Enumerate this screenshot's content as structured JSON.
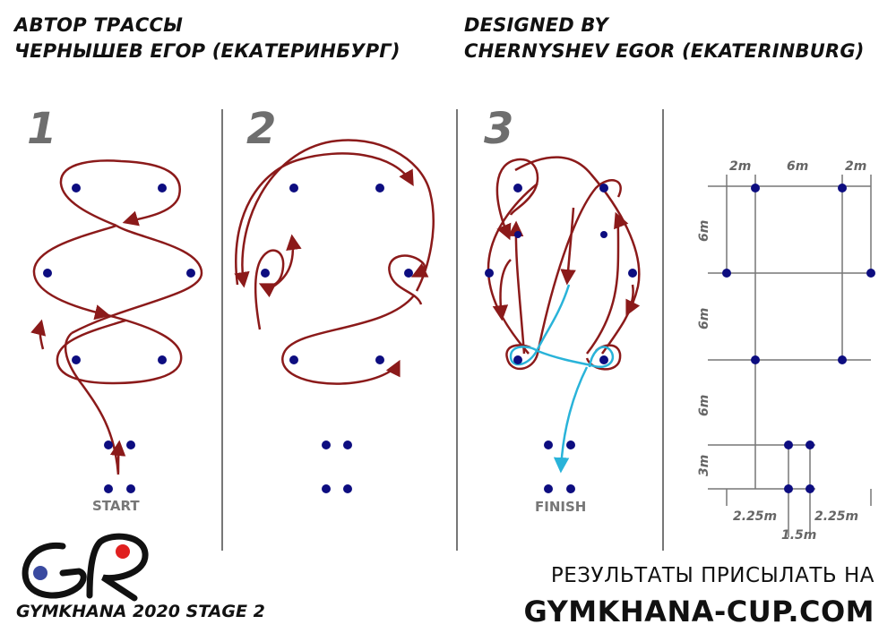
{
  "header": {
    "ru_line1": "АВТОР ТРАССЫ",
    "ru_line2": "ЧЕРНЫШЕВ ЕГОР (ЕКАТЕРИНБУРГ)",
    "en_line1": "DESIGNED BY",
    "en_line2": "CHERNYSHEV EGOR (EKATERINBURG)"
  },
  "sections": [
    {
      "number": "1",
      "marker": "START"
    },
    {
      "number": "2",
      "marker": ""
    },
    {
      "number": "3",
      "marker": "FINISH"
    }
  ],
  "dimensions": {
    "top_left": "2m",
    "top_mid": "6m",
    "top_right": "2m",
    "left_1": "6m",
    "left_2": "6m",
    "left_3": "6m",
    "left_4": "3m",
    "bottom_left": "2.25m",
    "bottom_right": "2.25m",
    "bottom_mid": "1.5m"
  },
  "footer": {
    "event": "GYMKHANA 2020 STAGE 2",
    "note": "РЕЗУЛЬТАТЫ ПРИСЫЛАТЬ НА",
    "site": "GYMKHANA-CUP.COM"
  },
  "colors": {
    "route": "#8b1a1a",
    "finish_route": "#29b3d9",
    "cone": "#0d0d80",
    "divider": "#777777",
    "logo_blue": "#3a4aa0",
    "logo_red": "#e02020"
  }
}
